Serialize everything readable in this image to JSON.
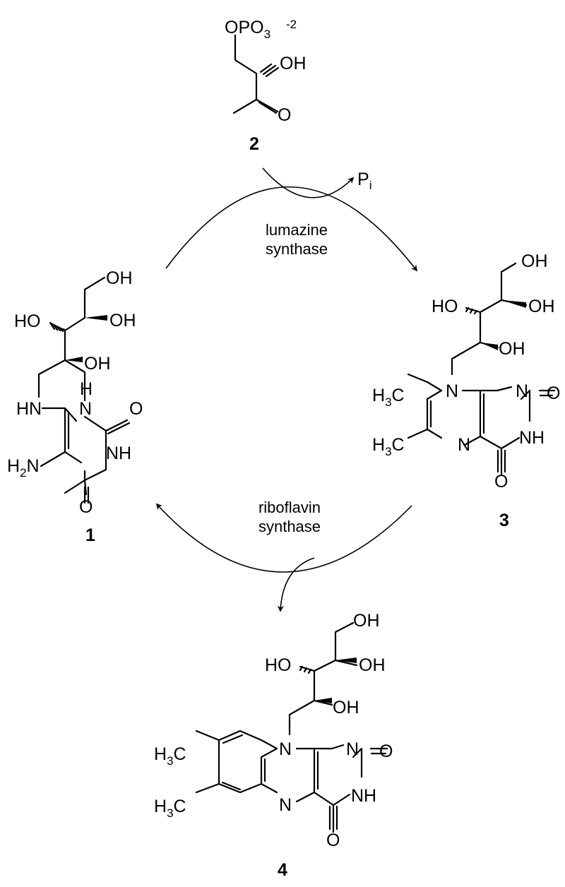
{
  "compounds": {
    "c1": {
      "number": "1",
      "labels": {
        "oh_top": "OH",
        "ho_left": "HO",
        "oh_mid": "OH",
        "oh_low": "OH",
        "hn": "HN",
        "nh_top_h": "H",
        "nh_top_n": "N",
        "o_right": "O",
        "nh_right": "NH",
        "h2n": "H2N",
        "o_bottom": "O"
      }
    },
    "c2": {
      "number": "2",
      "labels": {
        "opo3": "OPO3",
        "charge": "-2",
        "oh": "OH",
        "o": "O"
      }
    },
    "c3": {
      "number": "3",
      "labels": {
        "oh_top": "OH",
        "ho_left": "HO",
        "oh_mid": "OH",
        "oh_low": "OH",
        "n1": "N",
        "n_right": "N",
        "o_right": "O",
        "nh": "NH",
        "n_bottom": "N",
        "o_bottom": "O",
        "h3c_top": "H3C",
        "h3c_bottom": "H3C"
      }
    },
    "c4": {
      "number": "4",
      "labels": {
        "oh_top": "OH",
        "ho_left": "HO",
        "oh_mid": "OH",
        "oh_low": "OH",
        "n10": "N",
        "n_right": "N",
        "o_right": "O",
        "nh": "NH",
        "n5": "N",
        "o_bottom": "O",
        "h3c_top": "H3C",
        "h3c_bottom": "H3C"
      }
    }
  },
  "reactions": {
    "lumazine": {
      "line1": "lumazine",
      "line2": "synthase"
    },
    "riboflavin": {
      "line1": "riboflavin",
      "line2": "synthase"
    },
    "byproduct": {
      "symbol": "P",
      "subscript": "i"
    }
  }
}
